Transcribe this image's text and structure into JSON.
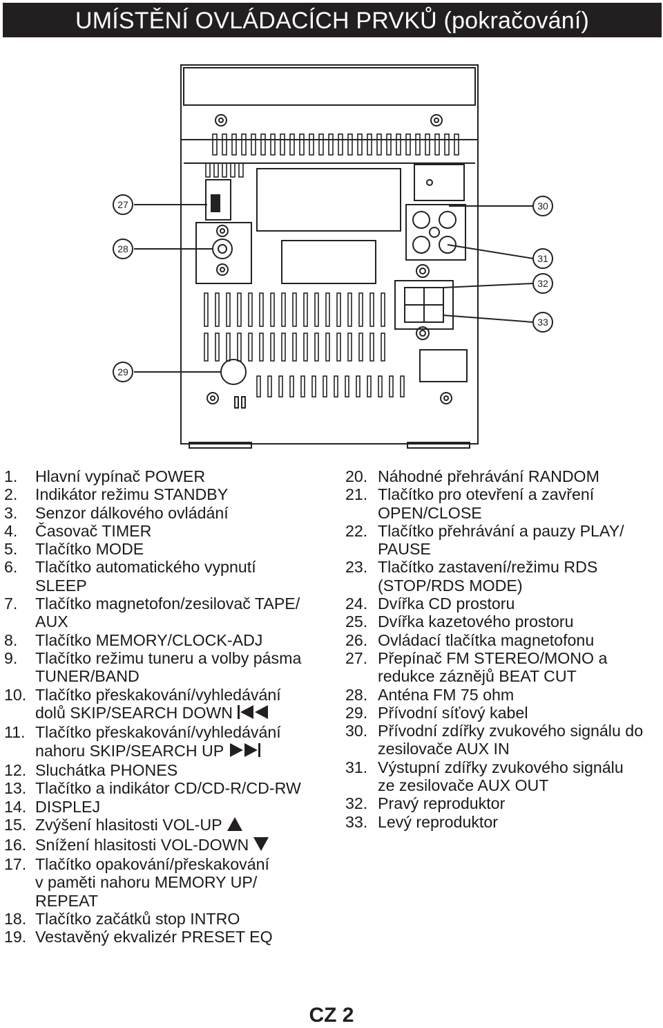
{
  "header": {
    "title": "UMÍSTĚNÍ OVLÁDACÍCH PRVKŮ (pokračování)"
  },
  "diagram": {
    "callouts": [
      "27",
      "28",
      "29",
      "30",
      "31",
      "32",
      "33"
    ]
  },
  "legend": {
    "left": [
      {
        "num": "1.",
        "text": "Hlavní vypínač POWER"
      },
      {
        "num": "2.",
        "text": "Indikátor režimu STANDBY"
      },
      {
        "num": "3.",
        "text": "Senzor dálkového ovládání"
      },
      {
        "num": "4.",
        "text": "Časovač TIMER"
      },
      {
        "num": "5.",
        "text": "Tlačítko MODE"
      },
      {
        "num": "6.",
        "text": "Tlačítko automatického vypnutí\nSLEEP"
      },
      {
        "num": "7.",
        "text": "Tlačítko magnetofon/zesilovač TAPE/\nAUX"
      },
      {
        "num": "8.",
        "text": "Tlačítko MEMORY/CLOCK-ADJ"
      },
      {
        "num": "9.",
        "text": "Tlačítko režimu tuneru a volby pásma\nTUNER/BAND"
      },
      {
        "num": "10.",
        "text": "Tlačítko přeskakování/vyhledávání\ndolů SKIP/SEARCH DOWN",
        "icon": "skip-back-icon"
      },
      {
        "num": "11.",
        "text": "Tlačítko přeskakování/vyhledávání\nnahoru SKIP/SEARCH UP",
        "icon": "skip-forward-icon"
      },
      {
        "num": "12.",
        "text": "Sluchátka PHONES"
      },
      {
        "num": "13.",
        "text": "Tlačítko a indikátor CD/CD-R/CD-RW"
      },
      {
        "num": "14.",
        "text": "DISPLEJ"
      },
      {
        "num": "15.",
        "text": "Zvýšení hlasitosti VOL-UP",
        "icon": "triangle-up-icon"
      },
      {
        "num": "16.",
        "text": "Snížení hlasitosti VOL-DOWN",
        "icon": "triangle-down-icon"
      },
      {
        "num": "17.",
        "text": "Tlačítko opakování/přeskakování\nv paměti nahoru MEMORY UP/\nREPEAT"
      },
      {
        "num": "18.",
        "text": "Tlačítko začátků stop INTRO"
      },
      {
        "num": "19.",
        "text": "Vestavěný ekvalizér PRESET EQ"
      }
    ],
    "right": [
      {
        "num": "20.",
        "text": "Náhodné přehrávání RANDOM"
      },
      {
        "num": "21.",
        "text": "Tlačítko pro otevření a zavření\nOPEN/CLOSE"
      },
      {
        "num": "22.",
        "text": "Tlačítko přehrávání a pauzy PLAY/\nPAUSE"
      },
      {
        "num": "23.",
        "text": "Tlačítko zastavení/režimu RDS\n(STOP/RDS MODE)"
      },
      {
        "num": "24.",
        "text": "Dvířka CD prostoru"
      },
      {
        "num": "25.",
        "text": "Dvířka kazetového prostoru"
      },
      {
        "num": "26.",
        "text": "Ovládací tlačítka magnetofonu"
      },
      {
        "num": "27.",
        "text": "Přepínač FM STEREO/MONO a\nredukce záznějů BEAT CUT"
      },
      {
        "num": "28.",
        "text": "Anténa FM 75 ohm"
      },
      {
        "num": "29.",
        "text": "Přívodní síťový kabel"
      },
      {
        "num": "30.",
        "text": "Přívodní zdířky zvukového signálu do\nzesilovače AUX IN"
      },
      {
        "num": "31.",
        "text": "Výstupní zdířky zvukového signálu\nze zesilovače AUX OUT"
      },
      {
        "num": "32.",
        "text": "Pravý reproduktor"
      },
      {
        "num": "33.",
        "text": "Levý reproduktor"
      }
    ]
  },
  "footer": {
    "page_label": "CZ 2"
  }
}
